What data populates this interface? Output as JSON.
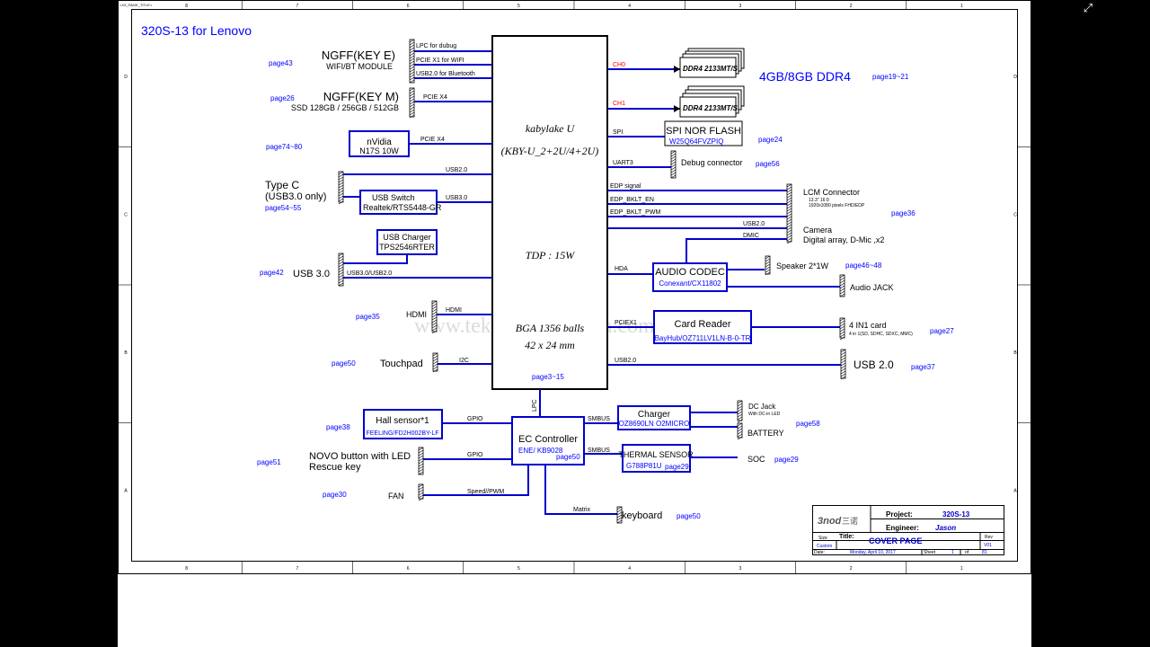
{
  "header": {
    "page_label": "<XX_PAGE_TITLE>",
    "board_title": "320S-13 for Lenovo"
  },
  "grid": {
    "cols": [
      "8",
      "7",
      "6",
      "5",
      "4",
      "3",
      "2",
      "1"
    ],
    "rows": [
      "D",
      "C",
      "B",
      "A"
    ]
  },
  "cpu": {
    "name": "kabylake U",
    "variant": "(KBY-U_2+2U/4+2U)",
    "tdp": "TDP : 15W",
    "package": "BGA 1356 balls",
    "size": "42 x 24 mm",
    "page": "page3~15"
  },
  "left_blocks": {
    "ngff_e": {
      "title": "NGFF(KEY E)",
      "sub": "WIFI/BT MODULE",
      "page": "page43",
      "signals": [
        "LPC for dubug",
        "PCIE X1 for WIFI",
        "USB2.0 for Bluetooth"
      ]
    },
    "ngff_m": {
      "title": "NGFF(KEY M)",
      "sub": "SSD 128GB / 256GB / 512GB",
      "page": "page26",
      "signal": "PCIE X4"
    },
    "nvidia": {
      "title": "nVidia",
      "sub": "N17S 10W",
      "page": "page74~80",
      "signal": "PCIE X4"
    },
    "typec": {
      "title": "Type C",
      "sub": "(USB3.0 only)",
      "page": "page54~55",
      "signal_usb2": "USB2.0",
      "signal_usb3": "USB3.0"
    },
    "usb_switch": {
      "title": "USB Switch",
      "sub": "Realtek/RTS5448-GR"
    },
    "usb_charger": {
      "title": "USB Charger",
      "sub": "TPS2546RTER"
    },
    "usb3": {
      "title": "USB 3.0",
      "page": "page42",
      "signal": "USB3.0/USB2.0"
    },
    "hdmi": {
      "title": "HDMI",
      "page": "page35",
      "signal": "HDMI"
    },
    "touchpad": {
      "title": "Touchpad",
      "page": "page50",
      "signal": "I2C"
    }
  },
  "right_blocks": {
    "ch0": {
      "label": "CH0",
      "dimm": "DDR4 2133MT/S"
    },
    "ch1": {
      "label": "CH1",
      "dimm": "DDR4 2133MT/S"
    },
    "memory": {
      "title": "4GB/8GB DDR4",
      "page": "page19~21"
    },
    "spi": {
      "title": "SPI NOR FLASH",
      "part": "W25Q64FVZPIQ",
      "page": "page24",
      "signal": "SPI"
    },
    "debug": {
      "title": "Debug connector",
      "page": "page56",
      "signal": "UART3"
    },
    "lcm": {
      "title": "LCM Connector",
      "spec1": "13.3\" 16:9",
      "spec2": "1920x1080  pixels  FHD/EDP",
      "page": "page36",
      "signals": [
        "EDP signal",
        "EDP_BKLT_EN",
        "EDP_BKLT_PWM"
      ]
    },
    "camera": {
      "title": "Camera",
      "sub": "Digital array, D-Mic ,x2",
      "signals": [
        "USB2.0",
        "DMIC"
      ]
    },
    "codec": {
      "title": "AUDIO CODEC",
      "part": "Conexant/CX11802",
      "signal": "HDA"
    },
    "speaker": {
      "title": "Speaker 2*1W",
      "page": "page46~48"
    },
    "jack": {
      "title": "Audio JACK"
    },
    "card": {
      "title": "Card Reader",
      "part": "BayHub/OZ711LV1LN-B-0-TR",
      "signal": "PCIEX1"
    },
    "card4in1": {
      "title": "4 IN1 card",
      "sub": "4 in 1(SD, SDHC, SDXC, MMC)",
      "page": "page27"
    },
    "usb2": {
      "title": "USB 2.0",
      "page": "page37",
      "signal": "USB2.0"
    }
  },
  "ec": {
    "title": "EC Controller",
    "part": "ENE/ KB9028",
    "page": "page50",
    "lpc": "LPC",
    "hall": {
      "title": "Hall sensor*1",
      "part": "FEELING/FD2H002BY-LF",
      "page": "page38",
      "signal": "GPIO"
    },
    "novo": {
      "title1": "NOVO button with LED",
      "title2": "Rescue key",
      "page": "page51",
      "signal": "GPIO"
    },
    "fan": {
      "title": "FAN",
      "page": "page30",
      "signal": "Speed//PWM"
    },
    "keyboard": {
      "title": "keyboard",
      "page": "page50",
      "signal": "Matrix"
    },
    "charger": {
      "title": "Charger",
      "part": "OZ8690LN O2MICRO",
      "signal": "SMBUS"
    },
    "dcjack": {
      "title": "DC Jack",
      "sub": "With DC-in  LED"
    },
    "battery": {
      "title": "BATTERY",
      "page": "page58"
    },
    "thermal": {
      "title": "THERMAL SENSOR",
      "part": "G788P81U",
      "page": "page29",
      "signal": "SMBUS"
    },
    "soc": {
      "title": "SOC"
    }
  },
  "title_block": {
    "logo": "3nod",
    "logo_cn": "三诺",
    "project_label": "Project:",
    "project": "320S-13",
    "engineer_label": "Engineer:",
    "engineer": "Jason",
    "title_label": "Title:",
    "title": "COVER PAGE",
    "size_label": "Size",
    "size": "Custom",
    "rev_label": "Rev",
    "rev": "V01",
    "date_label": "Date:",
    "date": "Monday, April 10, 2017",
    "sheet_label": "Sheet",
    "sheet": "1",
    "of_label": "of",
    "total": "81"
  },
  "watermark": "www.teknisi-indonesia.com",
  "colors": {
    "wire": "#0000cc",
    "text_blue": "#0000ff",
    "channel_red": "#ff0000"
  }
}
